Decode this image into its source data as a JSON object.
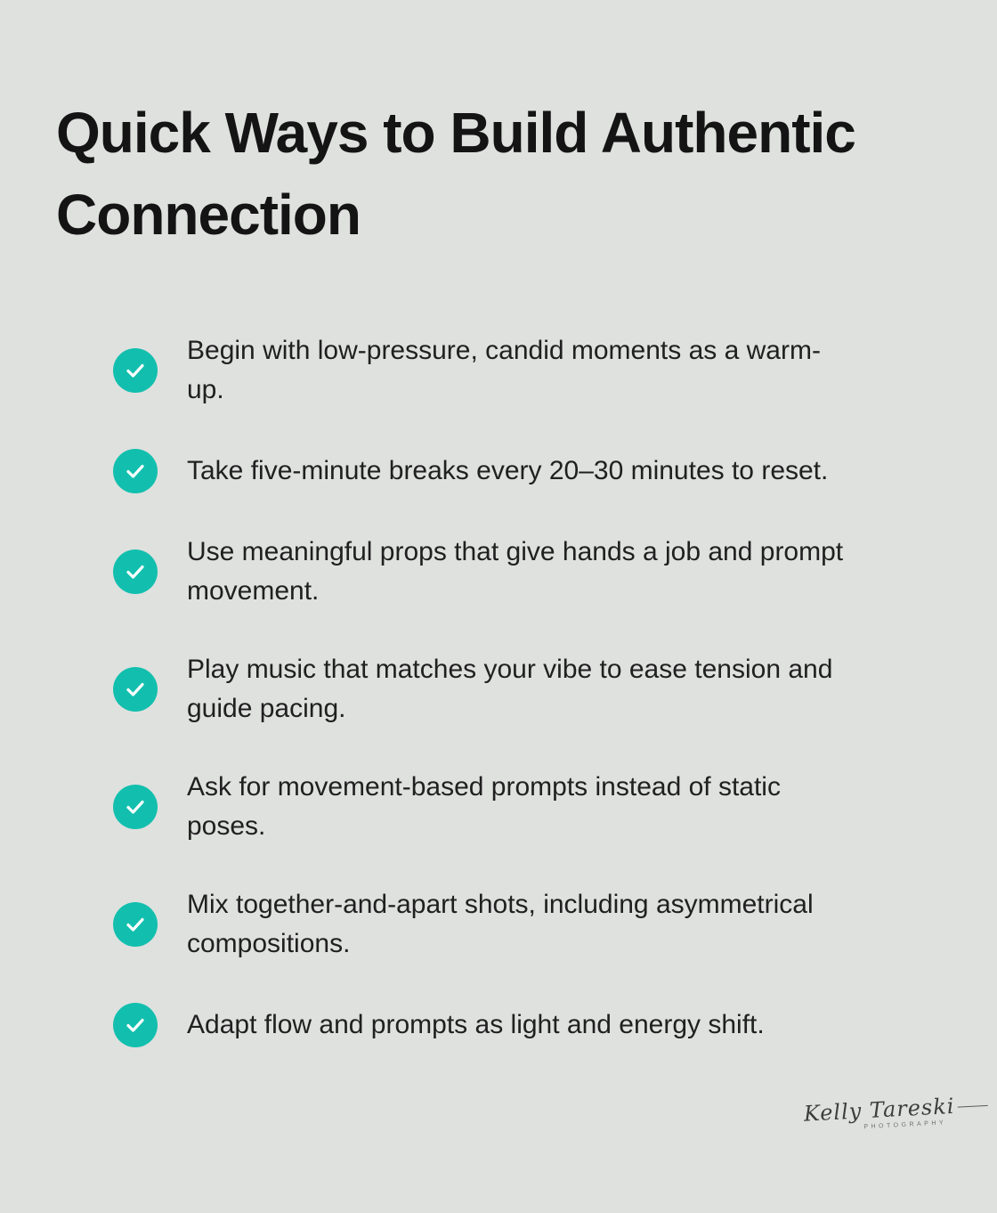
{
  "page": {
    "background_color": "#dfe1df"
  },
  "title": {
    "lines": [
      "Quick Ways to Build Authentic",
      "Connection"
    ]
  },
  "checklist": {
    "accent_color": "#12bfae",
    "check_icon": "check-circle",
    "items": [
      {
        "lines": [
          "Begin with low-pressure, candid moments as a warm-",
          "up."
        ]
      },
      {
        "lines": [
          "Take five-minute breaks every 20–30 minutes to reset."
        ]
      },
      {
        "lines": [
          "Use meaningful props that give hands a job and prompt",
          "movement."
        ]
      },
      {
        "lines": [
          "Play music that matches your vibe to ease tension and",
          "guide pacing."
        ]
      },
      {
        "lines": [
          "Ask for movement-based prompts instead of static",
          "poses."
        ]
      },
      {
        "lines": [
          "Mix together-and-apart shots, including asymmetrical",
          "compositions."
        ]
      },
      {
        "lines": [
          "Adapt flow and prompts as light and energy shift."
        ]
      }
    ]
  },
  "signature": {
    "name": "Kelly Tareski",
    "subtitle": "PHOTOGRAPHY"
  }
}
